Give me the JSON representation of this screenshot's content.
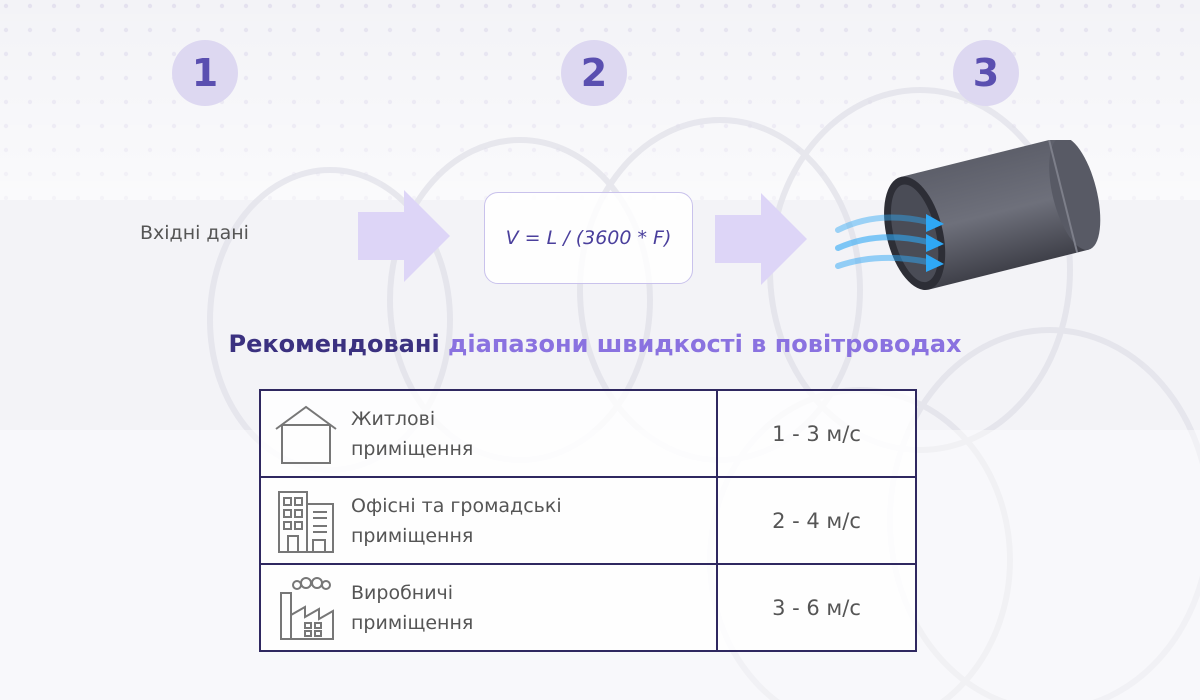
{
  "steps": [
    "1",
    "2",
    "3"
  ],
  "input_label": "Вхідні дані",
  "formula": "V = L / (3600 * F)",
  "heading": {
    "part1": "Рекомендовані",
    "part2": "діапазони швидкості в повітроводах"
  },
  "rows": [
    {
      "icon": "house-icon",
      "label": "Житлові\nприміщення",
      "range": "1 - 3 м/с"
    },
    {
      "icon": "office-building-icon",
      "label": "Офісні та громадські\nприміщення",
      "range": "2 - 4 м/с"
    },
    {
      "icon": "factory-icon",
      "label": "Виробничі\nприміщення",
      "range": "3 - 6 м/с"
    }
  ],
  "colors": {
    "accent": "#5a4fb0",
    "accent_light": "#8a72e0",
    "circle": "#ddd8f1",
    "arrow": "#ddd5f7",
    "table_border": "#2f2860",
    "airflow": "#2fa8f5"
  }
}
